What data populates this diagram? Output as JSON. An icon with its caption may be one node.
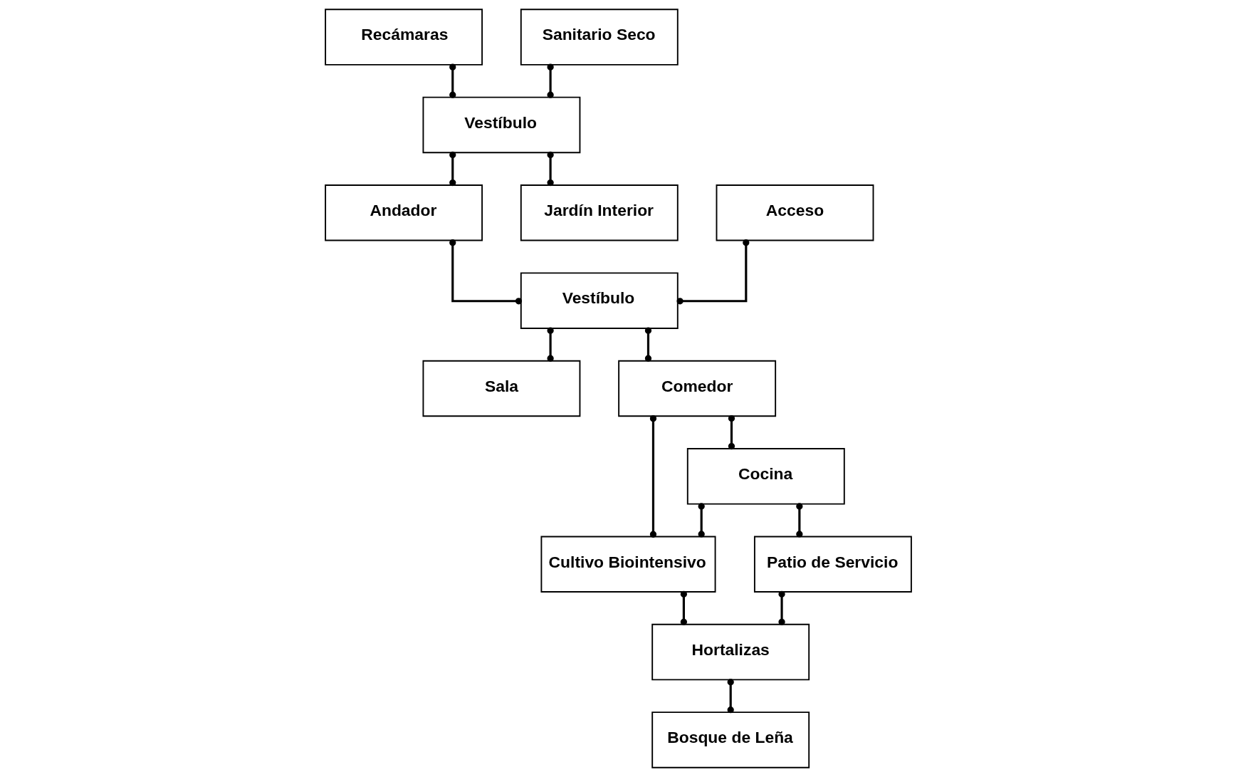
{
  "diagram": {
    "nodes": [
      {
        "text": [
          "Recámaras"
        ]
      },
      {
        "text": [
          "Acceso"
        ]
      },
      {
        "text": [
          "Sanitario Seco"
        ]
      },
      {
        "text": [
          "Vestíbulo"
        ]
      },
      {
        "text": [
          "Andador"
        ]
      },
      {
        "text": [
          "Vestíbulo"
        ]
      },
      {
        "text": [
          "Jardín Interior"
        ]
      },
      {
        "text": [
          "Sala"
        ]
      },
      {
        "text": [
          "Comedor"
        ]
      },
      {
        "text": [
          "Cocina"
        ]
      },
      {
        "text": [
          "Cultivo Biointensivo"
        ]
      },
      {
        "text": [
          "Patio de Servicio"
        ]
      },
      {
        "text": [
          "Hortalizas"
        ]
      },
      {
        "text": [
          "Bosque de Leña"
        ]
      }
    ],
    "edges": [
      {
        "from": 0,
        "to": 3,
        "arrow": "other"
      },
      {
        "from": 2,
        "to": 3,
        "arrow": "other"
      },
      {
        "from": 3,
        "to": 6,
        "arrow": "other"
      },
      {
        "from": 3,
        "to": 4,
        "arrow": "other"
      },
      {
        "from": 4,
        "to": 5,
        "arrow": "other"
      },
      {
        "from": 1,
        "to": 5,
        "arrow": "other"
      },
      {
        "from": 5,
        "to": 7,
        "arrow": "other"
      },
      {
        "from": 5,
        "to": 8,
        "arrow": "other"
      },
      {
        "from": 8,
        "to": 9,
        "arrow": "other"
      },
      {
        "from": 8,
        "to": 10,
        "arrow": "other"
      },
      {
        "from": 9,
        "to": 10,
        "arrow": "other"
      },
      {
        "from": 9,
        "to": 11,
        "arrow": "other"
      },
      {
        "from": 10,
        "to": 12,
        "arrow": "other"
      },
      {
        "from": 11,
        "to": 12,
        "arrow": "other"
      },
      {
        "from": 12,
        "to": 13,
        "arrow": "other"
      }
    ]
  }
}
